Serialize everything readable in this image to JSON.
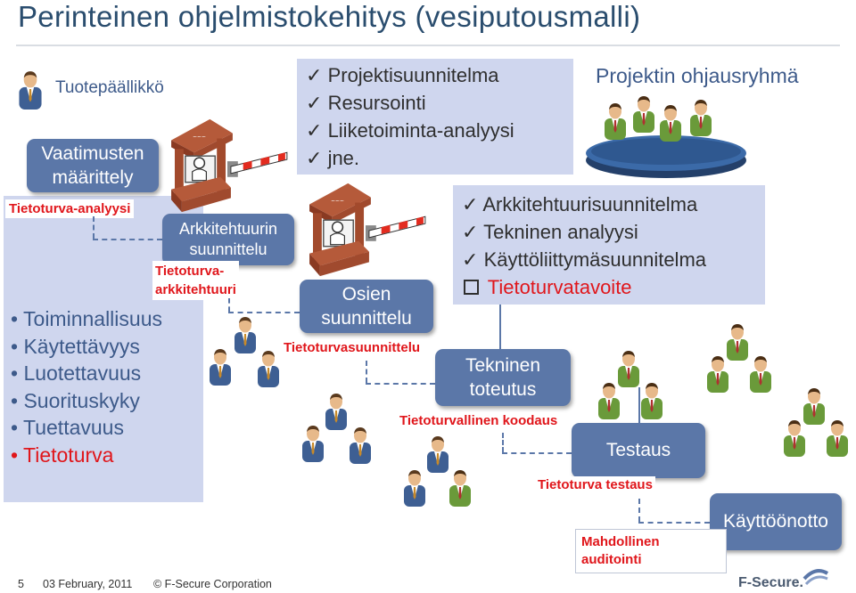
{
  "title": "Perinteinen ohjelmistokehitys (vesiputousmalli)",
  "product_owner": "Tuotepäällikkö",
  "steering_group": "Projektin ohjausryhmä",
  "stages": {
    "requirements": [
      "Vaatimusten",
      "määrittely"
    ],
    "architecture": [
      "Arkkitehtuurin",
      "suunnittelu"
    ],
    "component": [
      "Osien",
      "suunnittelu"
    ],
    "implementation": [
      "Tekninen",
      "toteutus"
    ],
    "testing": "Testaus",
    "deployment": "Käyttöönotto"
  },
  "security_labels": {
    "requirements": "Tietoturva-analyysi",
    "architecture": [
      "Tietoturva-",
      "arkkitehtuuri"
    ],
    "component": "Tietoturvasuunnittelu",
    "implementation": "Tietoturvallinen koodaus",
    "testing": "Tietoturva testaus",
    "audit": [
      "Mahdollinen",
      "auditointi"
    ]
  },
  "quality_attributes": [
    "Toiminnallisuus",
    "Käytettävyys",
    "Luotettavuus",
    "Suorituskyky",
    "Tuettavuus"
  ],
  "quality_attribute_security": "Tietoturva",
  "project_checklist": [
    "Projektisuunnitelma",
    "Resursointi",
    "Liiketoiminta-analyysi",
    "jne."
  ],
  "architecture_checklist": [
    "Arkkitehtuurisuunnitelma",
    "Tekninen analyysi",
    "Käyttöliittymäsuunnitelma"
  ],
  "architecture_checklist_security": "Tietoturvatavoite",
  "footer": {
    "page": "5",
    "date": "03 February, 2011",
    "copyright": "© F-Secure Corporation",
    "logo": "F-Secure."
  },
  "colors": {
    "stage": "#5b77a8",
    "panel": "#cfd6ee",
    "security": "#e0161b",
    "title": "#2a4d6e"
  },
  "icons": [
    "person-icon",
    "gatekeeper-booth-icon",
    "meeting-table-icon",
    "checkmark-icon",
    "checkbox-icon"
  ]
}
